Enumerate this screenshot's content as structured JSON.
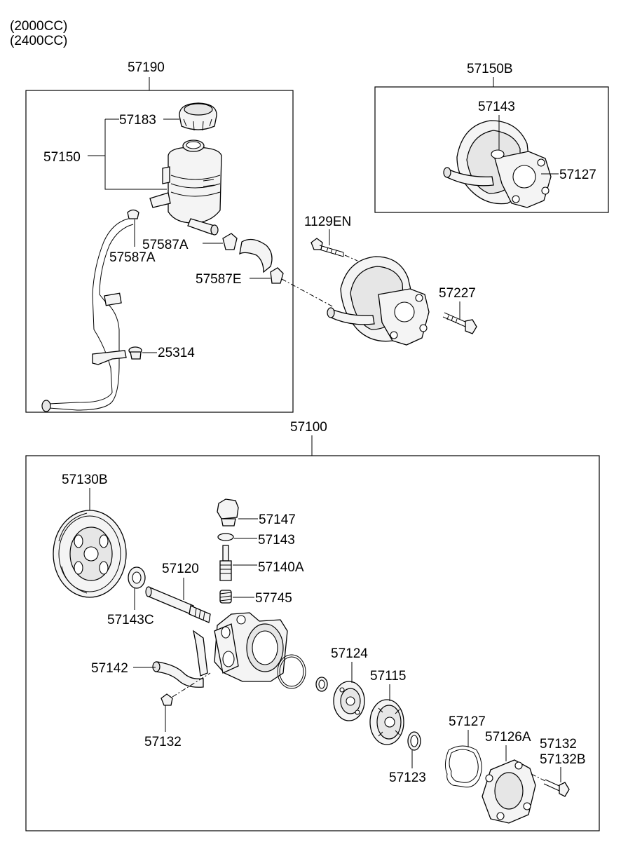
{
  "engine_notes": [
    "(2000CC)",
    "(2400CC)"
  ],
  "group_labels": {
    "reservoir_group": "57190",
    "pump_assy_alt": "57150B",
    "pump_assy": "57100"
  },
  "part_labels": {
    "p57183": "57183",
    "p57150": "57150",
    "p57587A_1": "57587A",
    "p57587A_2": "57587A",
    "p57587E": "57587E",
    "p25314": "25314",
    "p57143_top": "57143",
    "p57127_top": "57127",
    "p1129EN": "1129EN",
    "p57227": "57227",
    "p57130B": "57130B",
    "p57147": "57147",
    "p57143": "57143",
    "p57140A": "57140A",
    "p57120": "57120",
    "p57745": "57745",
    "p57143C": "57143C",
    "p57142": "57142",
    "p57124": "57124",
    "p57115": "57115",
    "p57132_left": "57132",
    "p57127": "57127",
    "p57126A": "57126A",
    "p57132": "57132",
    "p57132B": "57132B",
    "p57123": "57123"
  }
}
